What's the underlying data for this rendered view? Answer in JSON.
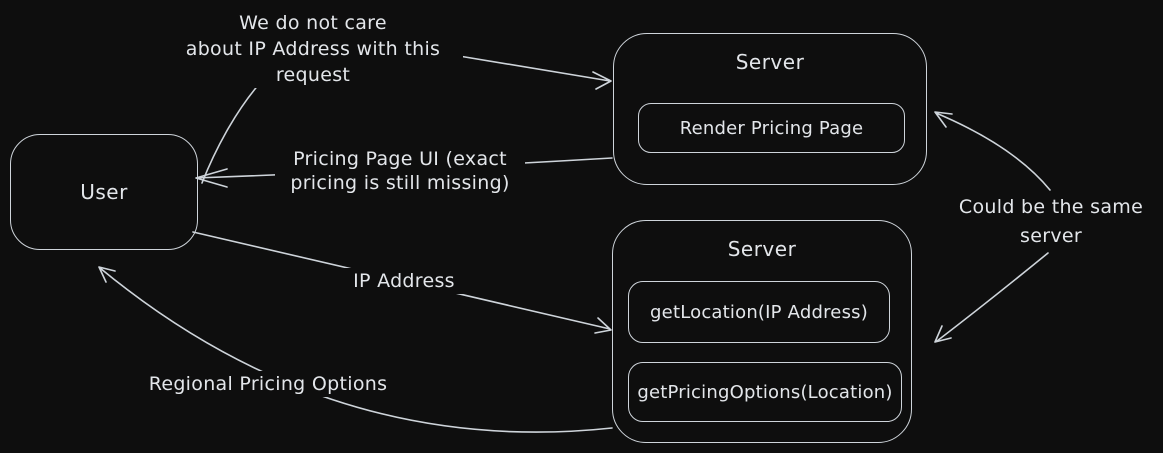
{
  "colors": {
    "background": "#0e0e0e",
    "stroke": "#ced4da",
    "text": "#e3e6ea"
  },
  "nodes": {
    "user": {
      "title": "User"
    },
    "server_top": {
      "title": "Server",
      "method": "Render Pricing Page"
    },
    "server_bottom": {
      "title": "Server",
      "method1": "getLocation(IP Address)",
      "method2": "getPricingOptions(Location)"
    }
  },
  "labels": {
    "no_ip": [
      "We do not care",
      "about IP Address with this",
      "request"
    ],
    "pricing_ui": [
      "Pricing Page UI (exact",
      "pricing is still missing)"
    ],
    "ip": [
      "IP Address"
    ],
    "regional": [
      "Regional Pricing Options"
    ],
    "same_server": [
      "Could be the same",
      "server"
    ]
  },
  "edges": [
    {
      "from": "user",
      "to": "server_top",
      "label": "We do not care about IP Address with this request"
    },
    {
      "from": "server_top",
      "to": "user",
      "label": "Pricing Page UI (exact pricing is still missing)"
    },
    {
      "from": "user",
      "to": "server_bottom",
      "label": "IP Address"
    },
    {
      "from": "server_bottom",
      "to": "user",
      "label": "Regional Pricing Options"
    },
    {
      "from": "same-server-note",
      "to": "server_top",
      "label": "Could be the same server"
    },
    {
      "from": "same-server-note",
      "to": "server_bottom",
      "label": "Could be the same server"
    }
  ]
}
